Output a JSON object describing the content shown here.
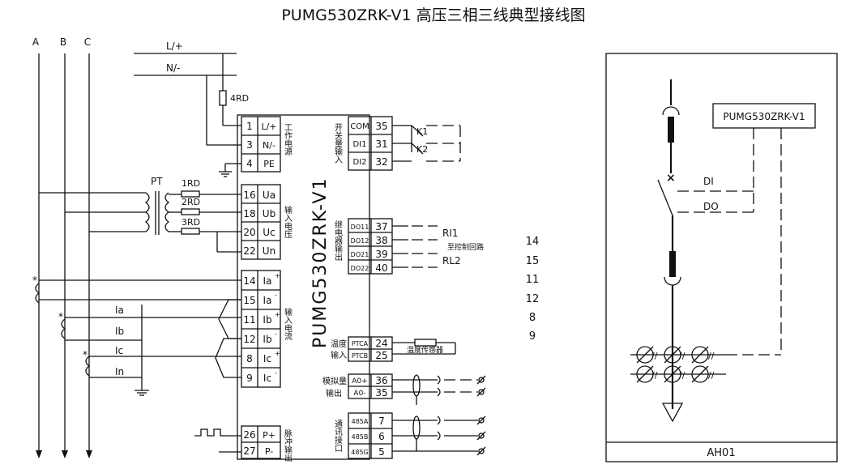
{
  "title": "PUMG530ZRK-V1 高压三相三线典型接线图",
  "device_label": "PUMG530ZRK-V1",
  "phases": [
    "A",
    "B",
    "C"
  ],
  "power_lines": {
    "live": "L/+",
    "neutral": "N/-"
  },
  "fuse_labels": {
    "power": "4RD",
    "f1": "1RD",
    "f2": "2RD",
    "f3": "3RD"
  },
  "pt_label": "PT",
  "power_terminals": [
    {
      "num": "1",
      "name": "L/+"
    },
    {
      "num": "3",
      "name": "N/-"
    },
    {
      "num": "4",
      "name": "PE"
    }
  ],
  "power_group": "工作电源",
  "voltage_terminals": [
    {
      "num": "16",
      "name": "Ua"
    },
    {
      "num": "18",
      "name": "Ub"
    },
    {
      "num": "20",
      "name": "Uc"
    },
    {
      "num": "22",
      "name": "Un"
    }
  ],
  "voltage_group": "输入电压",
  "current_terminals": [
    {
      "num": "14",
      "name": "Ia",
      "sup": "+"
    },
    {
      "num": "15",
      "name": "Ia",
      "sup": "-"
    },
    {
      "num": "11",
      "name": "Ib",
      "sup": "+"
    },
    {
      "num": "12",
      "name": "Ib",
      "sup": "-"
    },
    {
      "num": "8",
      "name": "Ic",
      "sup": "+"
    },
    {
      "num": "9",
      "name": "Ic",
      "sup": "-"
    }
  ],
  "current_group": "输入电流",
  "ct_labels": [
    "Ia",
    "Ib",
    "Ic",
    "In"
  ],
  "pulse_terminals": [
    {
      "num": "26",
      "name": "P+"
    },
    {
      "num": "27",
      "name": "P-"
    }
  ],
  "pulse_group": "脉冲输出",
  "switch_terminals": [
    {
      "name": "COM",
      "num": "35"
    },
    {
      "name": "DI1",
      "num": "31"
    },
    {
      "name": "DI2",
      "num": "32"
    }
  ],
  "switch_group": "开关量输入",
  "switch_labels": [
    "K1",
    "K2"
  ],
  "relay_terminals": [
    {
      "name": "DO11",
      "num": "37"
    },
    {
      "name": "DO12",
      "num": "38"
    },
    {
      "name": "DO21",
      "num": "39"
    },
    {
      "name": "DO22",
      "num": "40"
    }
  ],
  "relay_group": "继电器输出",
  "relay_labels": [
    "RI1",
    "RL2"
  ],
  "relay_note": "至控制回路",
  "temp_terminals": [
    {
      "name": "PTCA",
      "num": "24"
    },
    {
      "name": "PTCB",
      "num": "25"
    }
  ],
  "temp_group": [
    "温度",
    "输入"
  ],
  "temp_sensor": "温度传感器",
  "analog_terminals": [
    {
      "name": "A0+",
      "num": "36"
    },
    {
      "name": "A0-",
      "num": "35"
    }
  ],
  "analog_group": [
    "模拟量",
    "输出"
  ],
  "comm_terminals": [
    {
      "name": "485A",
      "num": "7"
    },
    {
      "name": "485B",
      "num": "6"
    },
    {
      "name": "485G",
      "num": "5"
    }
  ],
  "comm_group": "通讯接口",
  "side_numbers": [
    "14",
    "15",
    "11",
    "12",
    "8",
    "9"
  ],
  "panel": {
    "device": "PUMG530ZRK-V1",
    "di": "DI",
    "do": "DO",
    "cabinet": "AH01"
  }
}
